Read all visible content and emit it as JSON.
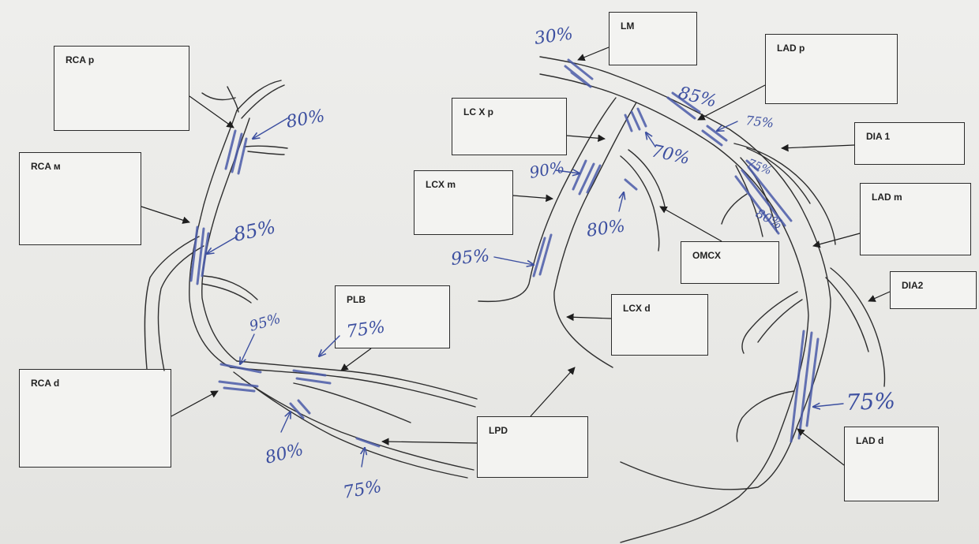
{
  "labels": {
    "rca_p": "RCA p",
    "rca_m": "RCA м",
    "rca_d": "RCA d",
    "plb": "PLB",
    "lpd": "LPD",
    "lcx_p": "LC X p",
    "lcx_m": "LCX m",
    "lcx_d": "LCX d",
    "lm": "LM",
    "lad_p": "LAD p",
    "dia1": "DIA 1",
    "lad_m": "LAD m",
    "omcx": "OMCX",
    "dia2": "DIA2",
    "lad_d": "LAD d"
  },
  "stenosis": {
    "rca_p": "80%",
    "rca_m": "85%",
    "rca_d": "95%",
    "plb": "75%",
    "lpd_prox": "80%",
    "lpd_dist": "75%",
    "lm": "30%",
    "lad_p": "85%",
    "lad_p2": "75%",
    "dia1": "75%",
    "lad_m": "80%",
    "lcx_p": "70%",
    "lcx_m": "90%",
    "omcx": "80%",
    "lcx_d": "95%",
    "lad_d": "75%"
  }
}
